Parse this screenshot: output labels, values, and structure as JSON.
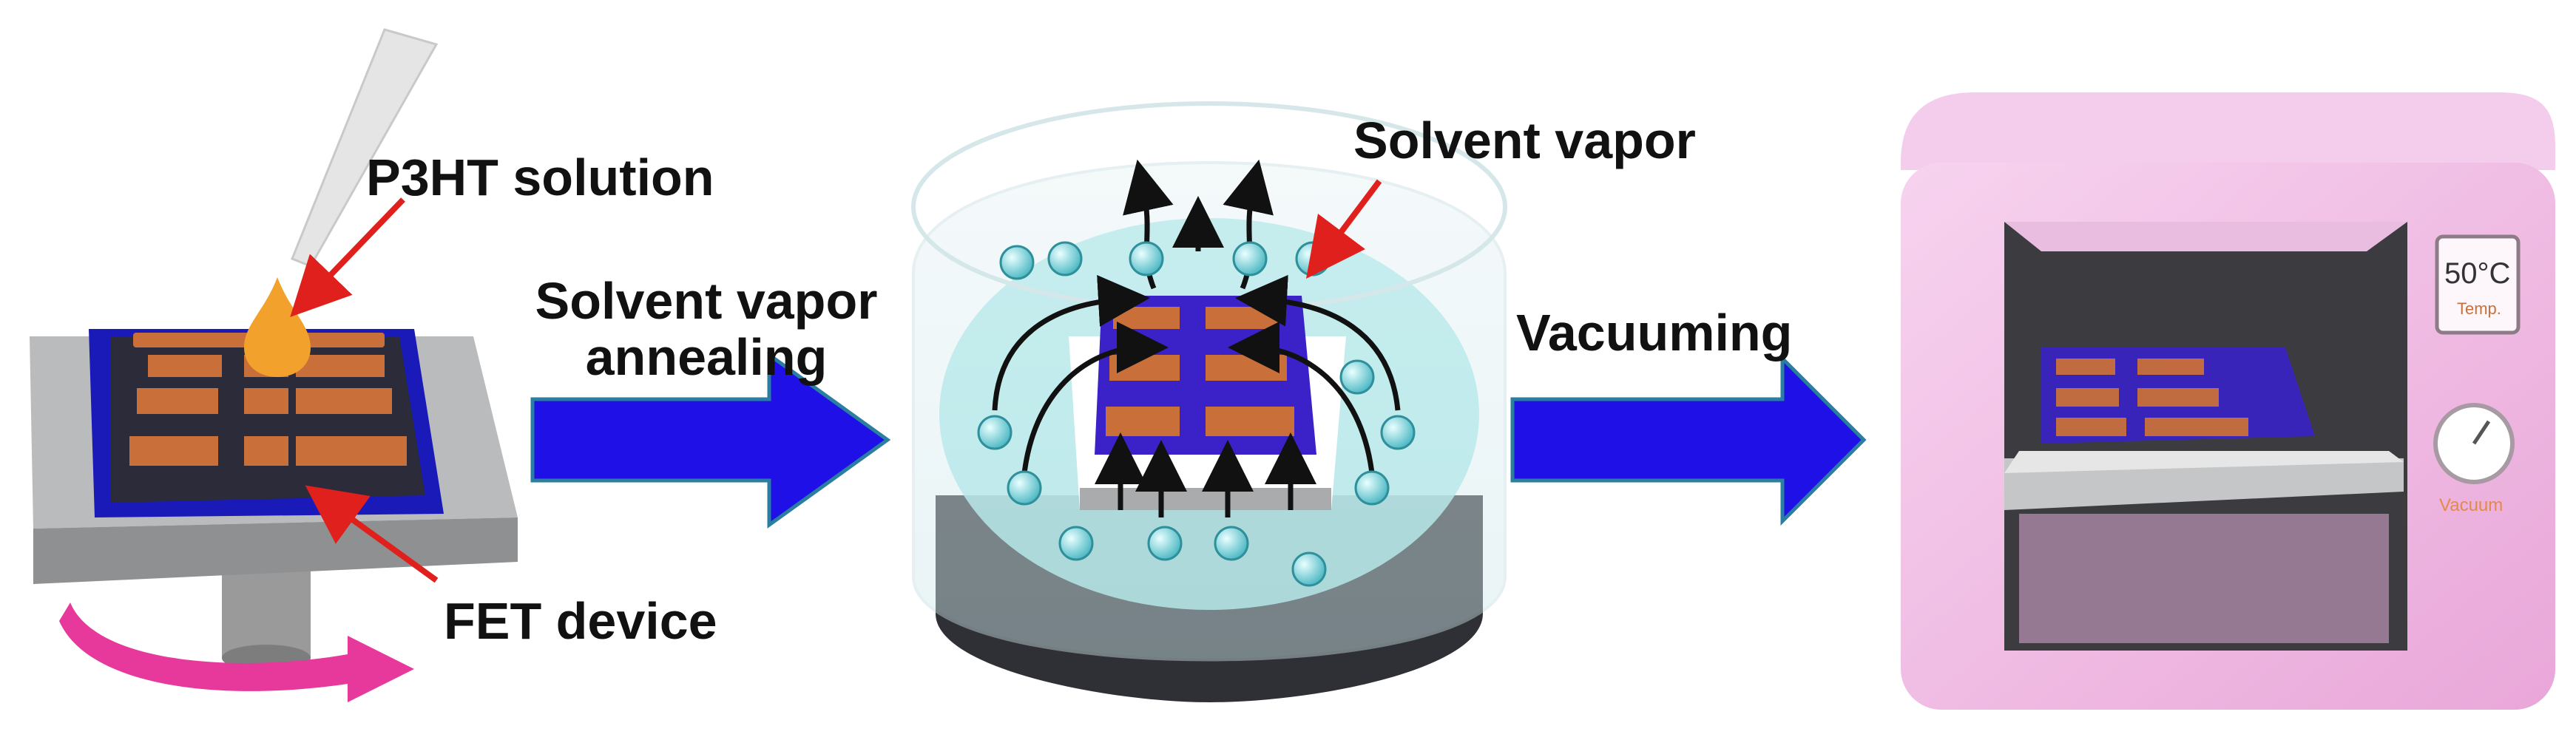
{
  "labels": {
    "p3ht_solution": "P3HT solution",
    "fet_device": "FET device",
    "sva_line1": "Solvent vapor",
    "sva_line2": "annealing",
    "solvent_vapor": "Solvent vapor",
    "vacuuming": "Vacuuming"
  },
  "oven": {
    "display_temp": "50°C",
    "display_sub": "Temp.",
    "brand": "Vacuum"
  },
  "colors": {
    "process_arrow": "#1e10e6",
    "process_arrow_outline": "#2a7ea0",
    "substrate_gray": "#a9abad",
    "dielectric_blue": "#1a1ab8",
    "semiconductor_dark": "#2b2b3a",
    "electrode_copper": "#c9703a",
    "droplet_orange": "#f2a22c",
    "spin_arrow_magenta": "#e6399b",
    "vapor_teal": "#7fd6d6",
    "oven_pink": "#f0b8e4",
    "pointer_red": "#e0201c"
  }
}
